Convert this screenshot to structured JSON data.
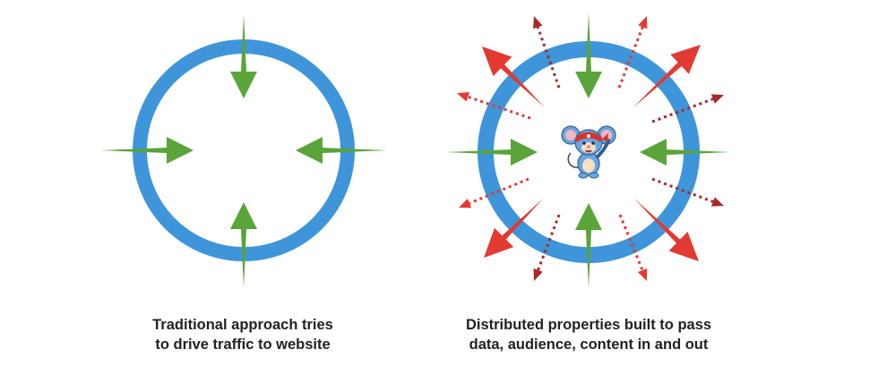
{
  "colors": {
    "ring": "#3f95d9",
    "inbound_arrow": "#5aa43a",
    "outbound_arrow": "#e23a32",
    "outbound_arrow_dark": "#a8282a"
  },
  "left_panel": {
    "caption_line1": "Traditional approach tries",
    "caption_line2": "to drive traffic to website"
  },
  "right_panel": {
    "caption_line1": "Distributed properties built to pass",
    "caption_line2": "data, audience, content in and out",
    "center_icon": "mouse-mascot-icon"
  }
}
